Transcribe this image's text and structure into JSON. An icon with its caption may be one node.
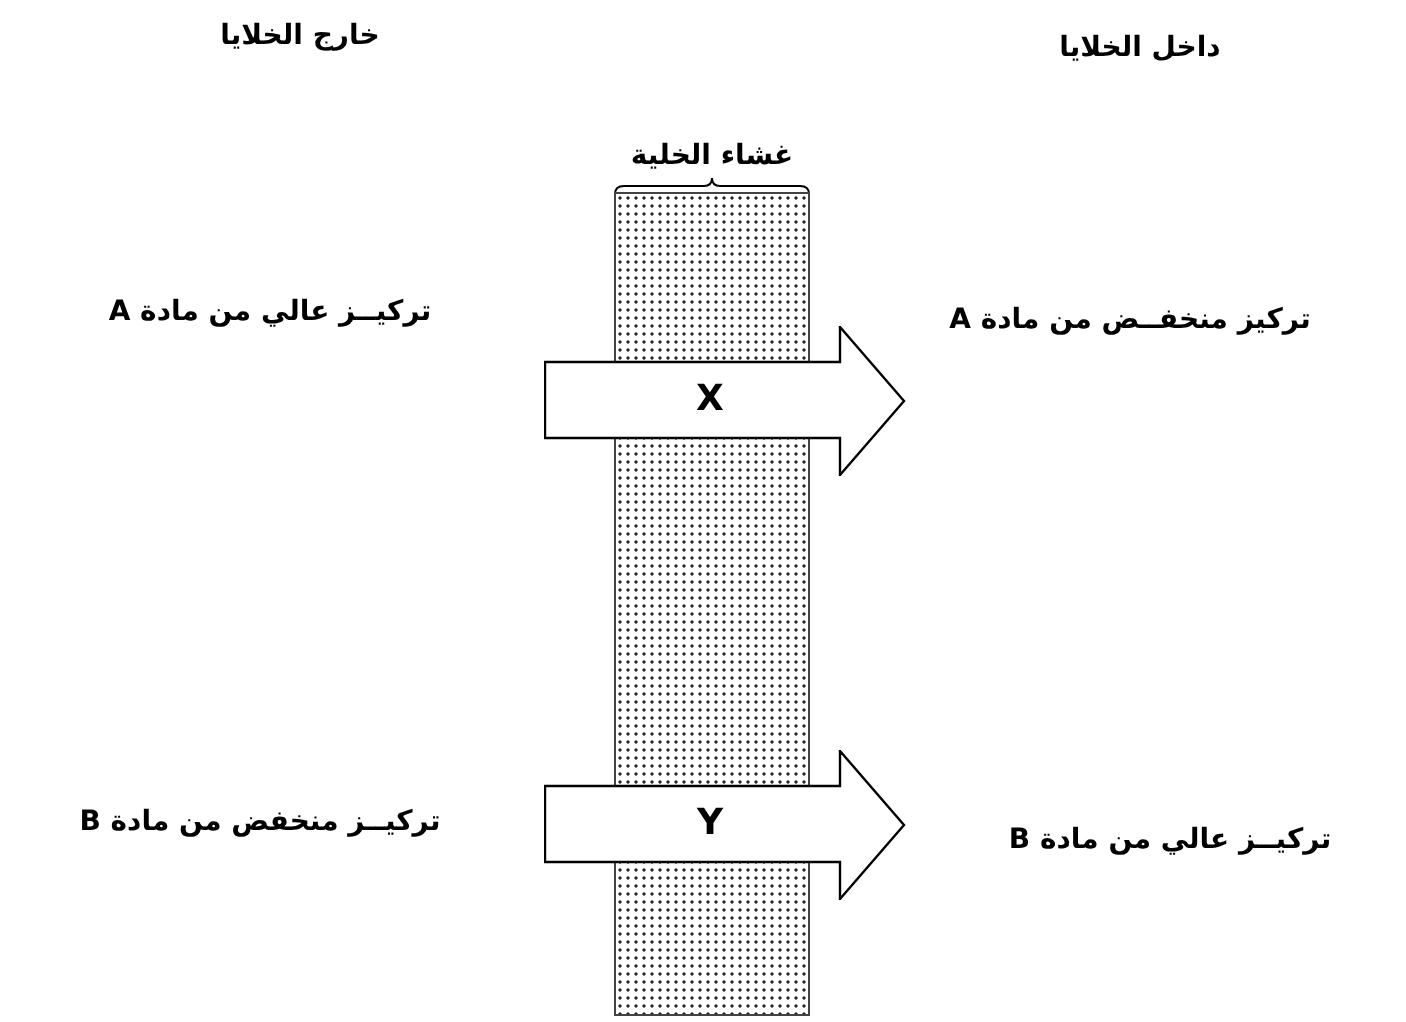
{
  "diagram": {
    "nodes": [
      {
        "text": [
          "غشاء الخلية"
        ]
      },
      {
        "text": [
          "تركيــز عالي من مادة A"
        ]
      },
      {
        "text": [
          "X"
        ]
      },
      {
        "text": [
          "تركيز منخفــض من مادة A"
        ]
      },
      {
        "text": [
          "تركيــز منخفض من مادة B"
        ]
      },
      {
        "text": [
          "Y"
        ]
      },
      {
        "text": [
          "تركيــز عالي من مادة B"
        ]
      }
    ],
    "labels": [
      "خارج الخلايا",
      "داخل الخلايا"
    ]
  }
}
